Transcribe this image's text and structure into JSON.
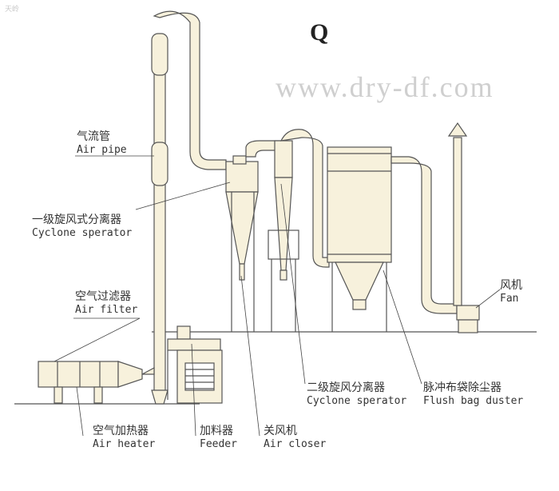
{
  "watermark_corner": "天岭",
  "figure_letter": "Q",
  "website": "www.dry-df.com",
  "labels": {
    "air_pipe": {
      "zh": "气流管",
      "en": "Air pipe"
    },
    "cyclone1": {
      "zh": "一级旋风式分离器",
      "en": "Cyclone sperator"
    },
    "air_filter": {
      "zh": "空气过滤器",
      "en": "Air filter"
    },
    "cyclone2": {
      "zh": "二级旋风分离器",
      "en": "Cyclone sperator"
    },
    "bag_duster": {
      "zh": "脉冲布袋除尘器",
      "en": "Flush bag duster"
    },
    "fan": {
      "zh": "风机",
      "en": "Fan"
    },
    "air_heater": {
      "zh": "空气加热器",
      "en": "Air heater"
    },
    "feeder": {
      "zh": "加料器",
      "en": "Feeder"
    },
    "air_closer": {
      "zh": "关风机",
      "en": "Air closer"
    }
  },
  "colors": {
    "equipment_fill": "#f7f1dc",
    "line": "#555555"
  }
}
